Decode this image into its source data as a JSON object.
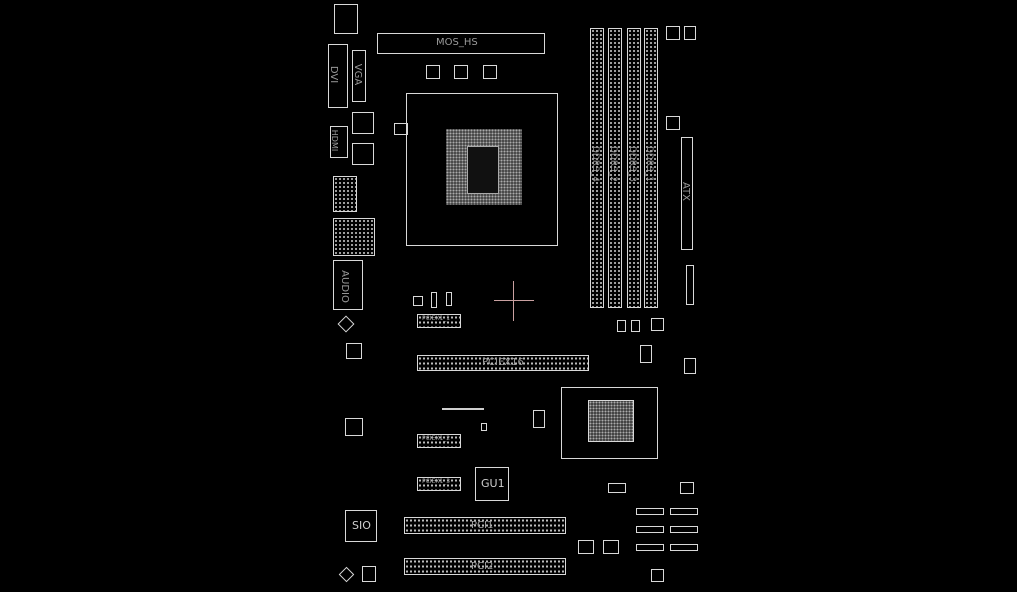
{
  "board": {
    "connectors": {
      "dvi": "DVI",
      "vga": "VGA",
      "hdmi": "HDMI",
      "audio": "AUDIO",
      "atx": "ATX",
      "mos_hs": "MOS_HS"
    },
    "memory_slots": [
      "DDR3_4",
      "DDR3_2",
      "DDR3_3",
      "DDR3_1"
    ],
    "expansion_slots": {
      "pciex16": "PCIEX16",
      "pci1": "PCI1",
      "pci2": "PCI2",
      "pciex1_1": "PCIEX1_1",
      "pciex1_2": "PCIEX1_2",
      "pciex1_3": "PCIEX1_3"
    },
    "chips": {
      "gu1": "GU1",
      "sio": "SIO"
    },
    "colors": {
      "background": "#000000",
      "outline": "#d8d8d8",
      "cursor": "#c9a0a0"
    }
  }
}
